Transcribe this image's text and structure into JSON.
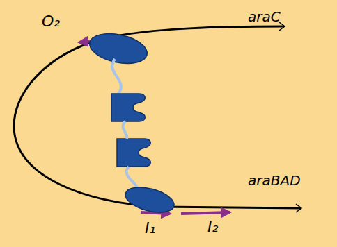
{
  "diagram": {
    "labels": [
      "O₂",
      "araC",
      "araBAD",
      "I₁",
      "I₂"
    ]
  }
}
